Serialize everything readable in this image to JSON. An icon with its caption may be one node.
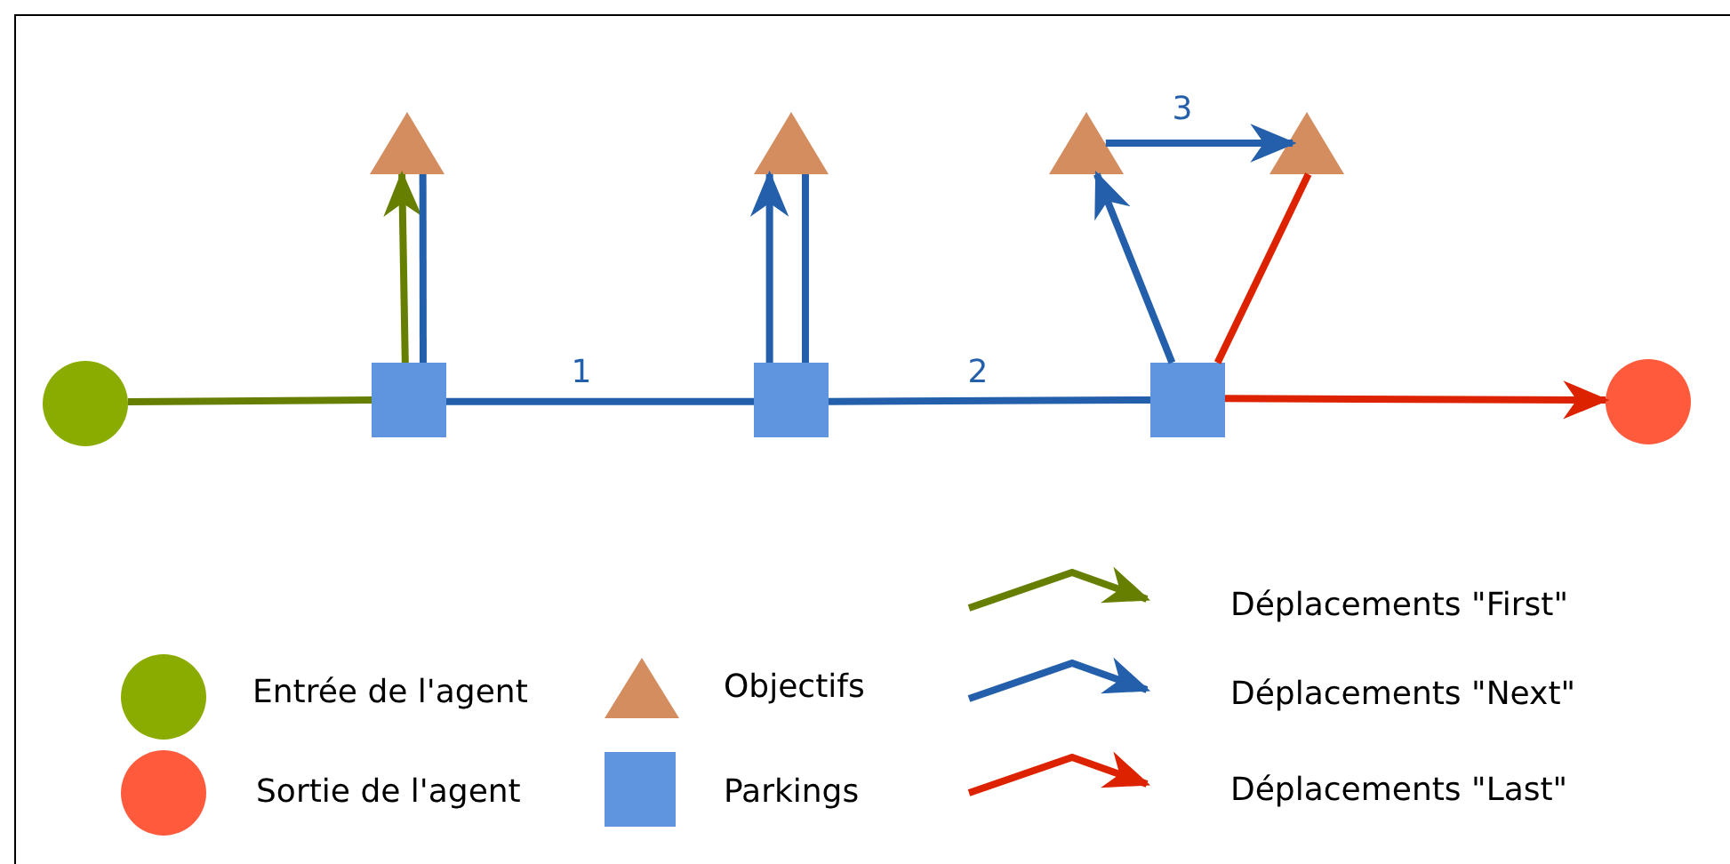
{
  "diagram": {
    "nodes": [
      {
        "text": [],
        "shape": "circle"
      },
      {
        "text": [],
        "shape": "box"
      },
      {
        "text": [],
        "shape": "triangle"
      },
      {
        "text": [],
        "shape": "box"
      },
      {
        "text": [],
        "shape": "triangle"
      },
      {
        "text": [],
        "shape": "box"
      },
      {
        "text": [],
        "shape": "triangle"
      },
      {
        "text": [],
        "shape": "triangle"
      },
      {
        "text": [],
        "shape": "circle"
      }
    ],
    "edges": [
      {
        "from": 0,
        "to": 1,
        "arrow": "none",
        "color": "#667f00"
      },
      {
        "from": 1,
        "to": 2,
        "arrow": "to",
        "color": "#667f00"
      },
      {
        "from": 2,
        "to": 1,
        "arrow": "none"
      },
      {
        "from": 1,
        "to": 3,
        "arrow": "none",
        "label": "1"
      },
      {
        "from": 3,
        "to": 4,
        "arrow": "to"
      },
      {
        "from": 4,
        "to": 3,
        "arrow": "none"
      },
      {
        "from": 3,
        "to": 5,
        "arrow": "none",
        "label": "2"
      },
      {
        "from": 5,
        "to": 6,
        "arrow": "to"
      },
      {
        "from": 6,
        "to": 7,
        "arrow": "to",
        "label": "3"
      },
      {
        "from": 7,
        "to": 5,
        "arrow": "none",
        "color": "#dd2200"
      },
      {
        "from": 5,
        "to": 8,
        "arrow": "to",
        "color": "#dd2200"
      }
    ],
    "legend": [
      {
        "text": "Déplacements \"First\"",
        "color": "#667f00"
      },
      {
        "text": "Entrée de l'agent",
        "color": "#8aab00"
      },
      {
        "text": "Objectifs",
        "color": "#d38d5f"
      },
      {
        "text": "Déplacements \"Next\"",
        "color": "#235fab"
      },
      {
        "text": "Sortie de l'agent",
        "color": "#ff5a3c"
      },
      {
        "text": "Parkings",
        "color": "#5f95de"
      },
      {
        "text": "Déplacements \"Last\"",
        "color": "#dd2200"
      }
    ]
  }
}
